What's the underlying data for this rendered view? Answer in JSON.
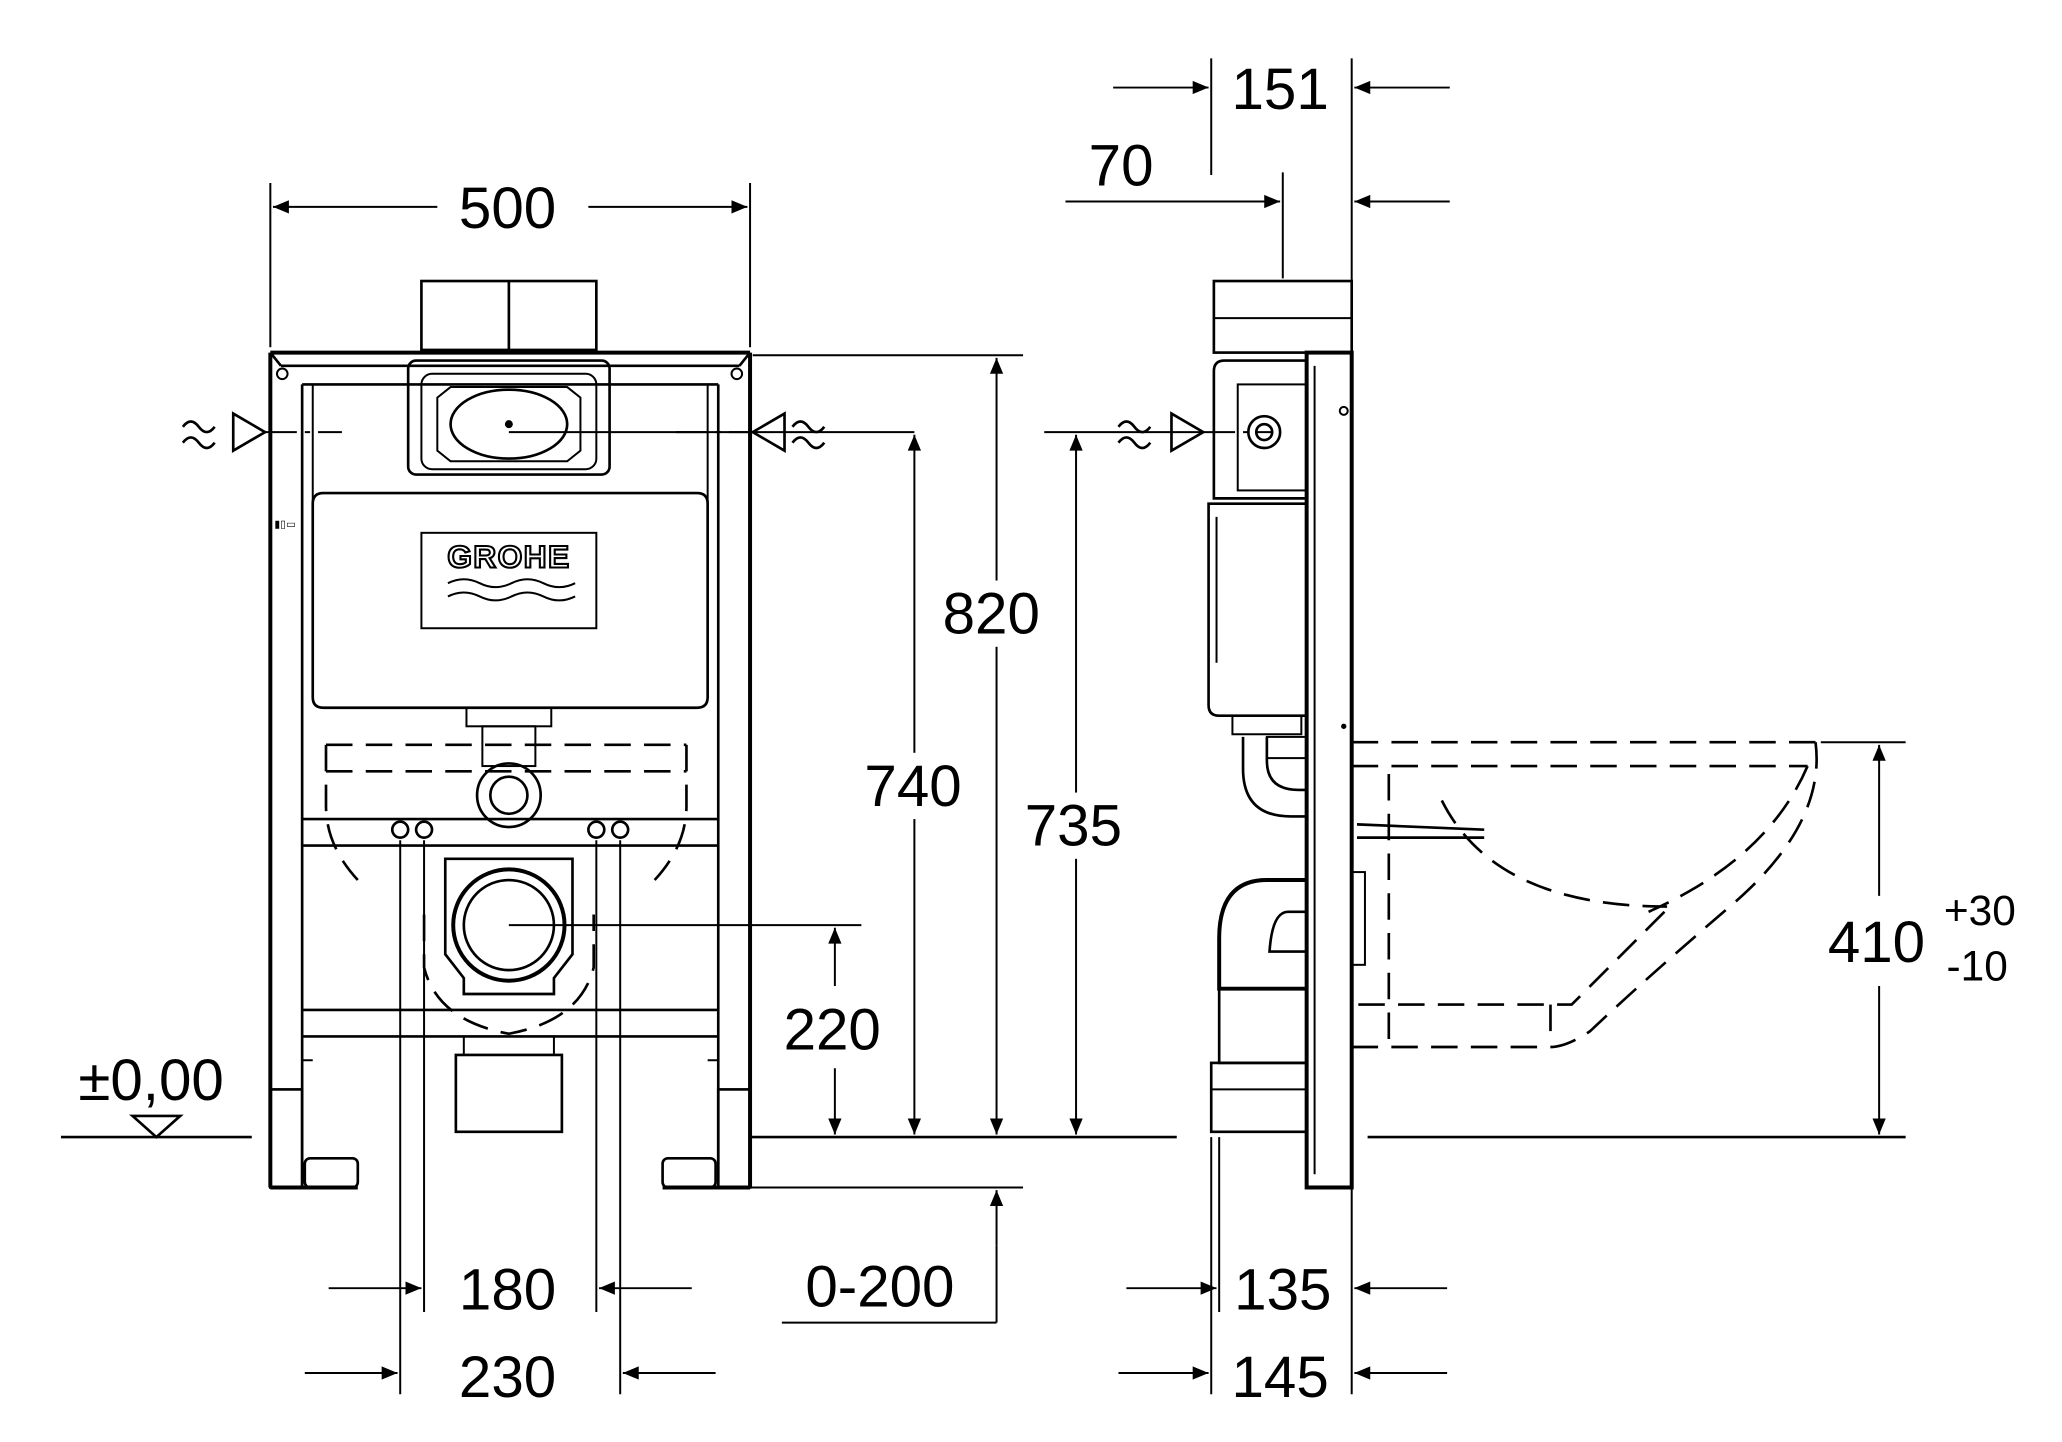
{
  "logo": {
    "text": "GROHE"
  },
  "front_view": {
    "width": "500",
    "height_total": "820",
    "height_frame": "740",
    "outlet_height": "220",
    "floor_level": "±0,00",
    "inlet_spacing_inner": "180",
    "inlet_spacing_outer": "230",
    "foot_adjustment": "0-200"
  },
  "side_view": {
    "depth_top": "151",
    "cistern_offset": "70",
    "height_inlet": "735",
    "depth_frame": "135",
    "depth_total": "145",
    "seat_height_main": "410",
    "seat_height_tol_plus": "+30",
    "seat_height_tol_minus": "-10"
  }
}
